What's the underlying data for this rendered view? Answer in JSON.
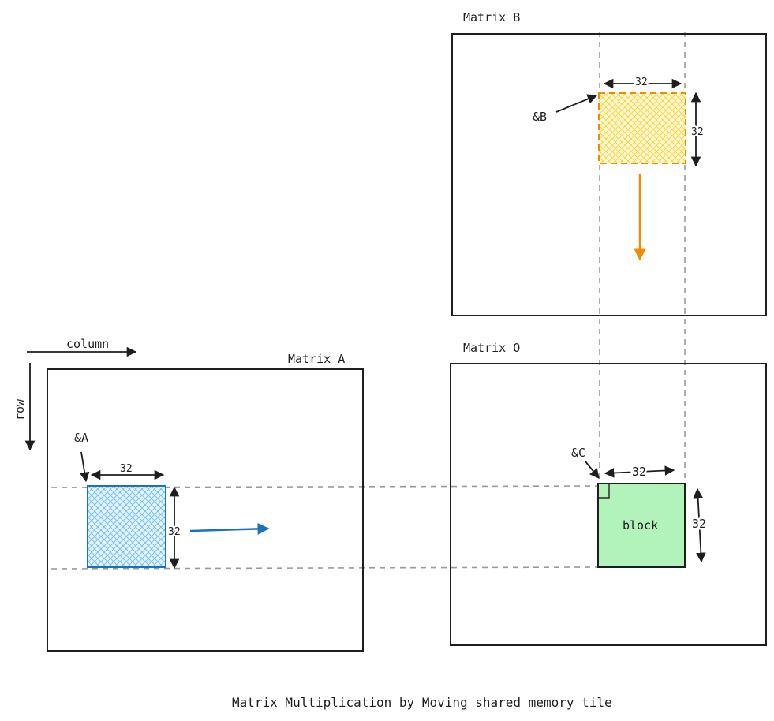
{
  "matrix_a": {
    "label": "Matrix A",
    "tile_pointer": "&A",
    "tile_width": "32",
    "tile_height": "32"
  },
  "matrix_b": {
    "label": "Matrix B",
    "tile_pointer": "&B",
    "tile_width": "32",
    "tile_height": "32"
  },
  "matrix_o": {
    "label": "Matrix O",
    "tile_pointer": "&C",
    "tile_width": "32",
    "tile_height": "32",
    "block_label": "block"
  },
  "axes": {
    "column_label": "column",
    "row_label": "row"
  },
  "caption": "Matrix Multiplication by Moving shared memory tile",
  "colors": {
    "tile_a_stroke": "#1971c2",
    "tile_a_fill": "#a5d8ff",
    "tile_b_stroke": "#f08c00",
    "tile_b_fill": "#ffec99",
    "block_fill": "#b2f2bb",
    "stroke": "#1e1e1e",
    "guide": "#9a9a9a"
  }
}
